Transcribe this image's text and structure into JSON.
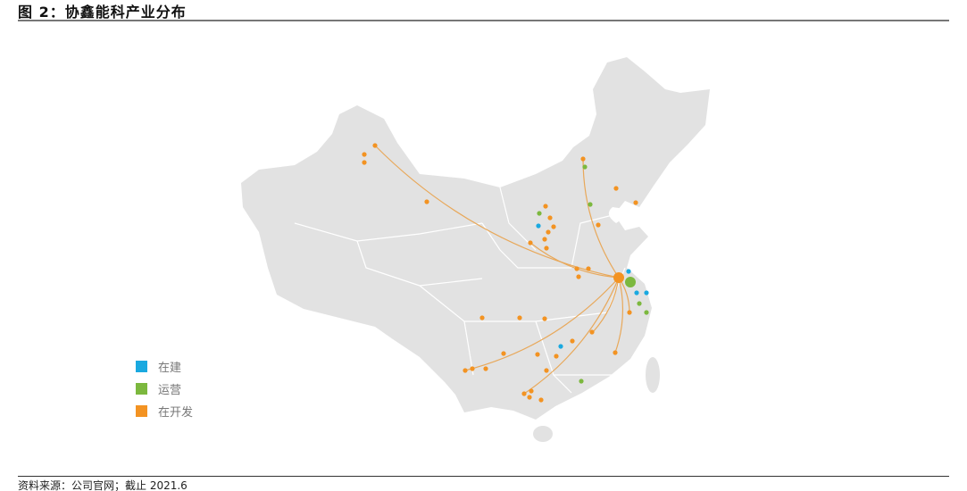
{
  "title": "图 2：协鑫能科产业分布",
  "source": "资料来源：公司官网；截止 2021.6",
  "legend": [
    {
      "label": "在建",
      "status": "under_construction",
      "color": "#1aa9e0"
    },
    {
      "label": "运营",
      "status": "operating",
      "color": "#7cb83e"
    },
    {
      "label": "在开发",
      "status": "developing",
      "color": "#f39322"
    }
  ],
  "colors": {
    "map_fill": "#e2e2e2",
    "border": "#ffffff",
    "arc": "#e8a85a"
  }
}
